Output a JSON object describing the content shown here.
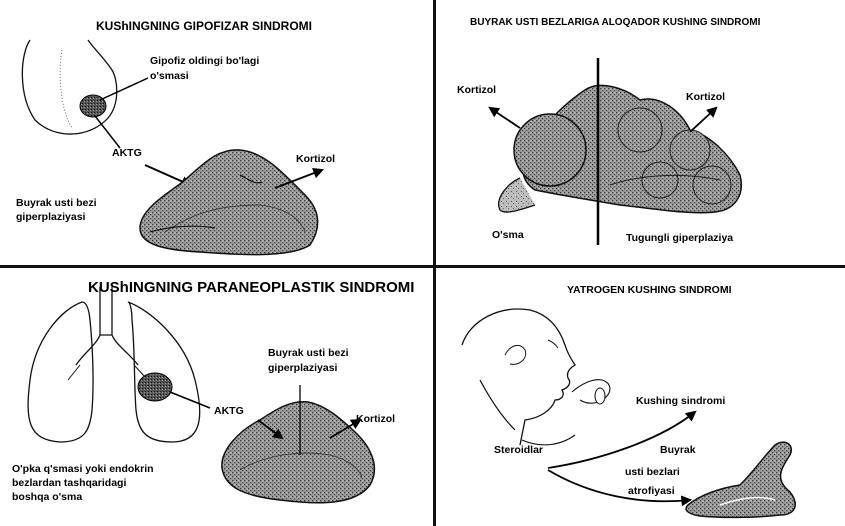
{
  "panels": {
    "pituitary": {
      "title": "KUShINGNING GIPOFIZAR SINDROMI",
      "tumor_label_1": "Gipofiz oldingi bo'lagi",
      "tumor_label_2": "o'smasi",
      "aktg": "AKTG",
      "kortizol": "Kortizol",
      "adrenal_label_1": "Buyrak usti bezi",
      "adrenal_label_2": "giperplaziyasi"
    },
    "adrenal": {
      "title": "BUYRAK USTI BEZLARIGA ALOQADOR KUShING SINDROMI",
      "kortizol_left": "Kortizol",
      "kortizol_right": "Kortizol",
      "tumor": "O'sma",
      "nodular": "Tugungli giperplaziya"
    },
    "paraneoplastic": {
      "title": "KUShINGNING PARANEOPLASTIK SINDROMI",
      "adrenal_label_1": "Buyrak usti bezi",
      "adrenal_label_2": "giperplaziyasi",
      "aktg": "AKTG",
      "kortizol": "Kortizol",
      "lung_label_1": "O'pka q'smasi yoki endokrin",
      "lung_label_2": "bezlardan tashqaridagi",
      "lung_label_3": "boshqa o'sma"
    },
    "iatrogenic": {
      "title": "YATROGEN KUSHING SINDROMI",
      "kushing": "Kushing sindromi",
      "steroids": "Steroidlar",
      "atrophy_1": "Buyrak",
      "atrophy_2": "usti bezlari",
      "atrophy_3": "atrofiyasi"
    }
  }
}
